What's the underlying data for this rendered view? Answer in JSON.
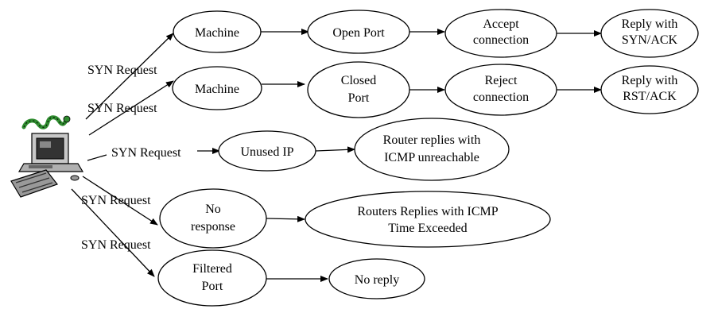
{
  "nodes": {
    "machine_open": [
      "Machine"
    ],
    "open_port": [
      "Open Port"
    ],
    "accept_conn": [
      "Accept",
      "connection"
    ],
    "reply_synack": [
      "Reply with",
      "SYN/ACK"
    ],
    "machine_closed": [
      "Machine"
    ],
    "closed_port": [
      "Closed",
      "Port"
    ],
    "reject_conn": [
      "Reject",
      "connection"
    ],
    "reply_rstack": [
      "Reply with",
      "RST/ACK"
    ],
    "unused_ip": [
      "Unused IP"
    ],
    "router_unreach": [
      "Router replies with",
      "ICMP unreachable"
    ],
    "no_response": [
      "No",
      "response"
    ],
    "router_time": [
      "Routers Replies with ICMP",
      "Time Exceeded"
    ],
    "filtered_port": [
      "Filtered",
      "Port"
    ],
    "no_reply": [
      "No reply"
    ]
  },
  "edge_labels": {
    "syn1": "SYN Request",
    "syn2": "SYN Request",
    "syn3": "SYN Request",
    "syn4": "SYN Request",
    "syn5": "SYN Request"
  },
  "icons": {
    "computer": "computer-with-snake-icon"
  }
}
